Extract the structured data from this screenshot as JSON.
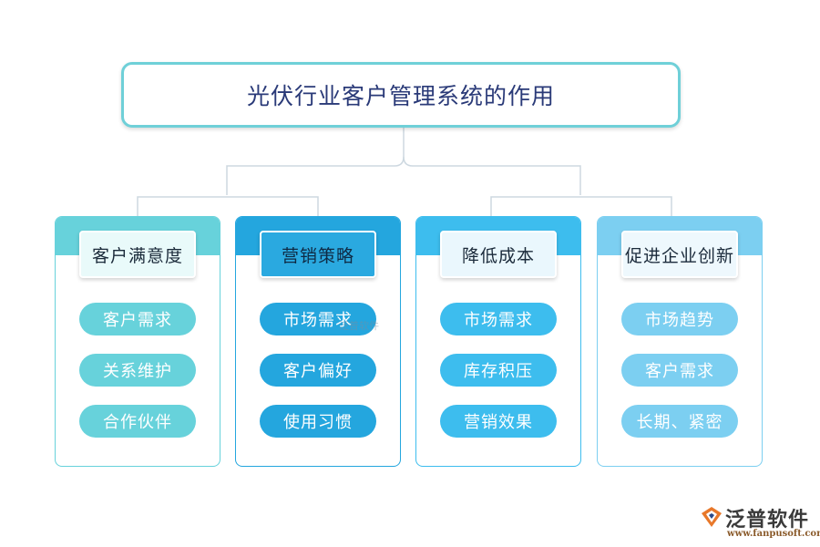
{
  "title": "光伏行业客户管理系统的作用",
  "branches": [
    {
      "title": "客户满意度",
      "items": [
        "客户需求",
        "关系维护",
        "合作伙伴"
      ],
      "color": "#67d2db",
      "title_bg": "#e9fafa",
      "title_fg": "#1b2a3a"
    },
    {
      "title": "营销策略",
      "items": [
        "市场需求",
        "客户偏好",
        "使用习惯"
      ],
      "color": "#24a6de",
      "title_bg": "#2aa9e0",
      "title_fg": "#0f2a44"
    },
    {
      "title": "降低成本",
      "items": [
        "市场需求",
        "库存积压",
        "营销效果"
      ],
      "color": "#3dbdee",
      "title_bg": "#eaf7fd",
      "title_fg": "#1b2a3a"
    },
    {
      "title": "促进企业创新",
      "items": [
        "市场趋势",
        "客户需求",
        "长期、紧密"
      ],
      "color": "#7ccff1",
      "title_bg": "#eef8fd",
      "title_fg": "#1b2a3a"
    }
  ],
  "watermark": "泛普软件",
  "logo": {
    "name": "泛普软件",
    "url": "www.fanpusoft.com"
  }
}
